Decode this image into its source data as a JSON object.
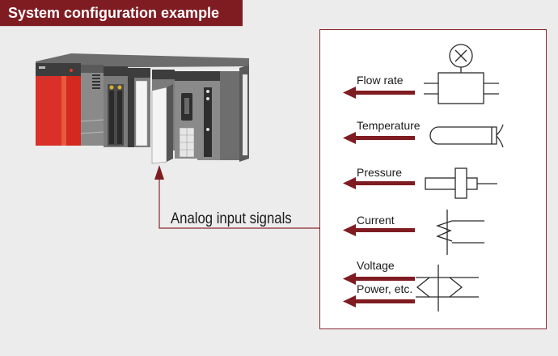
{
  "header": {
    "title": "System configuration example"
  },
  "diagram": {
    "connector_label": "Analog input signals",
    "signals": [
      {
        "label": "Flow rate",
        "sensor": "flow-meter-icon"
      },
      {
        "label": "Temperature",
        "sensor": "thermocouple-icon"
      },
      {
        "label": "Pressure",
        "sensor": "pressure-sensor-icon"
      },
      {
        "label": "Current",
        "sensor": "current-transformer-icon"
      },
      {
        "label": "Voltage",
        "sensor": "voltage-transducer-icon"
      },
      {
        "label": "Power, etc.",
        "sensor": "voltage-transducer-icon"
      }
    ]
  },
  "colors": {
    "accent": "#7f1c22",
    "panel_border": "#8c2a30",
    "background": "#ececec",
    "plc_red": "#d9302a"
  }
}
